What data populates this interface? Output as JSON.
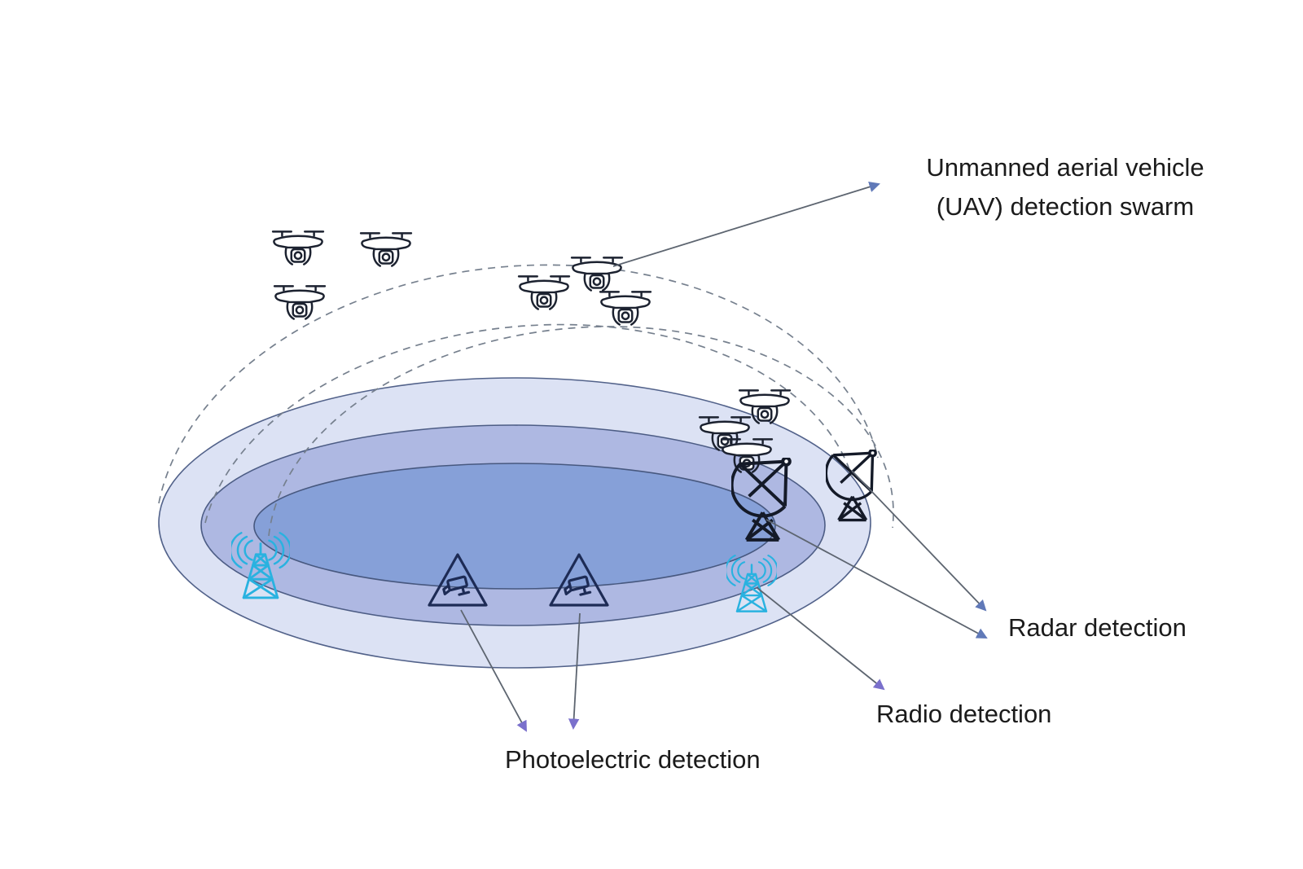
{
  "diagram": {
    "type": "uav-detection-system-schematic",
    "labels": {
      "swarm": {
        "line1": "Unmanned aerial vehicle",
        "line2": "(UAV) detection swarm"
      },
      "radar": "Radar detection",
      "radio": "Radio detection",
      "photoelectric": "Photoelectric detection"
    },
    "zones": [
      {
        "name": "outer-detection-zone",
        "fill": "#dce2f4"
      },
      {
        "name": "middle-detection-zone",
        "fill": "#aeb8e2"
      },
      {
        "name": "inner-detection-zone",
        "fill": "#86a0d8"
      }
    ],
    "trajectories": {
      "count": 3,
      "style": "dashed",
      "color": "#76808e"
    },
    "icons": {
      "drone": {
        "name": "quadcopter-drone-icon",
        "count": 9,
        "color": "#1c2230"
      },
      "radar_dish": {
        "name": "radar-dish-icon",
        "count": 2,
        "color": "#141a28"
      },
      "radio_tower": {
        "name": "radio-tower-icon",
        "count": 2,
        "color": "#29b2e0"
      },
      "camera": {
        "name": "camera-triangle-icon",
        "count": 2,
        "color": "#1d2b55"
      }
    },
    "colors": {
      "background": "#ffffff",
      "zone_stroke": "#4d5d85",
      "arrow_line": "#5d6570",
      "arrowhead_blue": "#6079b8",
      "arrowhead_purple": "#7a70cc",
      "text": "#1b1b1b"
    }
  }
}
